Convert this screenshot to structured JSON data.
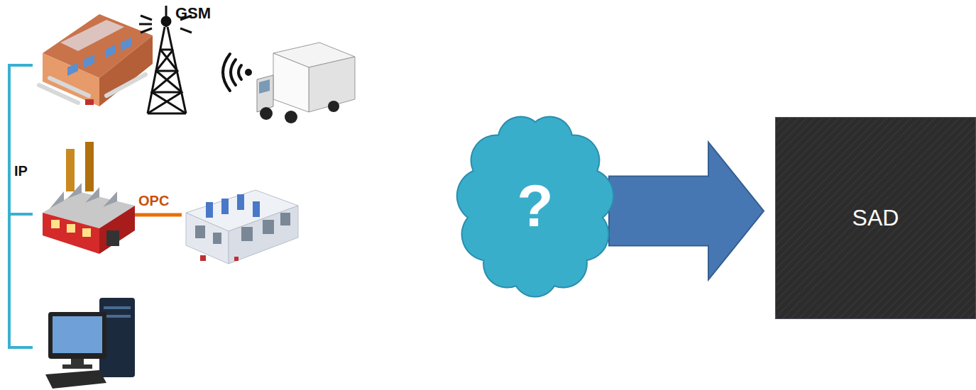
{
  "diagram": {
    "nodes": [
      {
        "text": [
          "?"
        ]
      },
      {
        "text": [
          "SAD"
        ]
      }
    ],
    "edges": [
      {
        "from": 0,
        "to": 1,
        "arrow": "to"
      }
    ],
    "labels": [
      "GSM",
      "IP",
      "OPC"
    ]
  }
}
